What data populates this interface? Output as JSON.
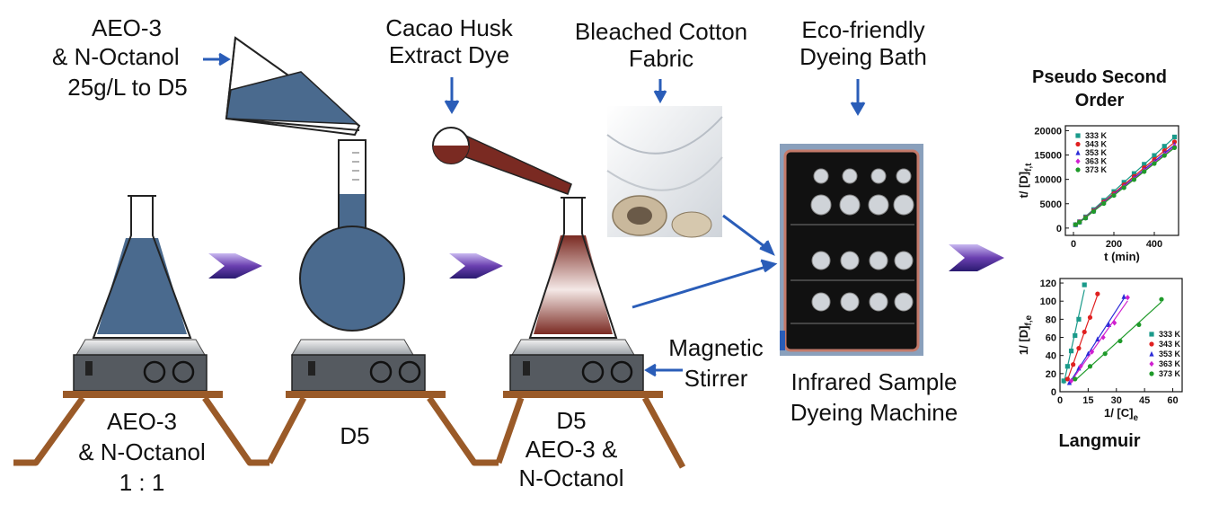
{
  "labels": {
    "step1_top_line1": "AEO-3",
    "step1_top_line2": "& N-Octanol",
    "step1_top_line3": "25g/L to D5",
    "dye_line1": "Cacao Husk",
    "dye_line2": "Extract Dye",
    "fabric_line1": "Bleached Cotton",
    "fabric_line2": "Fabric",
    "bath_line1": "Eco-friendly",
    "bath_line2": "Dyeing Bath",
    "flask1_line1": "AEO-3",
    "flask1_line2": "& N-Octanol",
    "flask1_line3": "1 : 1",
    "flask2": "D5",
    "flask3_line1": "D5",
    "flask3_line2": "AEO-3 &",
    "flask3_line3": "N-Octanol",
    "stirrer_line1": "Magnetic",
    "stirrer_line2": "Stirrer",
    "machine_line1": "Infrared Sample",
    "machine_line2": "Dyeing Machine"
  },
  "colors": {
    "liquid_blue": "#4a6a8e",
    "dye_brown": "#7a2a22",
    "arrow_blue": "#2a5db8",
    "chevron_purple": "#6a3fb0",
    "wood": "#9a5a28",
    "stirrer_gray": "#555a60"
  },
  "chart_data": [
    {
      "type": "scatter",
      "title": "Pseudo Second Order",
      "xlabel": "t (min)",
      "ylabel": "t/ [D]f,t",
      "xlim": [
        -40,
        520
      ],
      "ylim": [
        -1500,
        21000
      ],
      "xticks": [
        0,
        200,
        400
      ],
      "yticks": [
        0,
        5000,
        10000,
        15000,
        20000
      ],
      "legend": "top-left",
      "series": [
        {
          "name": "333 K",
          "color": "#1a9a8a",
          "marker": "square",
          "x": [
            10,
            30,
            60,
            100,
            150,
            200,
            250,
            300,
            350,
            400,
            450,
            500
          ],
          "y": [
            700,
            1300,
            2300,
            3800,
            5700,
            7500,
            9400,
            11200,
            13100,
            14900,
            16800,
            18700
          ]
        },
        {
          "name": "343 K",
          "color": "#e02020",
          "marker": "circle",
          "x": [
            10,
            30,
            60,
            100,
            150,
            200,
            250,
            300,
            350,
            400,
            450,
            500
          ],
          "y": [
            700,
            1300,
            2200,
            3600,
            5400,
            7100,
            8900,
            10600,
            12400,
            14100,
            15900,
            17700
          ]
        },
        {
          "name": "353 K",
          "color": "#2b2bd8",
          "marker": "triangle",
          "x": [
            10,
            30,
            60,
            100,
            150,
            200,
            250,
            300,
            350,
            400,
            450,
            500
          ],
          "y": [
            700,
            1250,
            2150,
            3500,
            5250,
            6900,
            8600,
            10300,
            12000,
            13700,
            15400,
            17100
          ]
        },
        {
          "name": "363 K",
          "color": "#d020d0",
          "marker": "diamond",
          "x": [
            10,
            30,
            60,
            100,
            150,
            200,
            250,
            300,
            350,
            400,
            450,
            500
          ],
          "y": [
            700,
            1250,
            2100,
            3450,
            5150,
            6800,
            8450,
            10100,
            11800,
            13450,
            15100,
            16800
          ]
        },
        {
          "name": "373 K",
          "color": "#1f9a2a",
          "marker": "circle",
          "x": [
            10,
            30,
            60,
            100,
            150,
            200,
            250,
            300,
            350,
            400,
            450,
            500
          ],
          "y": [
            700,
            1200,
            2050,
            3400,
            5050,
            6700,
            8300,
            9950,
            11600,
            13250,
            14900,
            16500
          ]
        }
      ]
    },
    {
      "type": "scatter",
      "title": "Langmuir",
      "xlabel": "1/ [C]e",
      "ylabel": "1/ [D]f,e",
      "xlim": [
        0,
        65
      ],
      "ylim": [
        0,
        125
      ],
      "xticks": [
        0,
        15,
        30,
        45,
        60
      ],
      "yticks": [
        0,
        20,
        40,
        60,
        80,
        100,
        120
      ],
      "legend": "bottom-right",
      "series": [
        {
          "name": "333 K",
          "color": "#1a9a8a",
          "marker": "square",
          "x": [
            2,
            4,
            6,
            8,
            10,
            13
          ],
          "y": [
            12,
            28,
            45,
            62,
            80,
            118
          ]
        },
        {
          "name": "343 K",
          "color": "#e02020",
          "marker": "circle",
          "x": [
            4,
            7,
            10,
            13,
            16,
            20
          ],
          "y": [
            14,
            30,
            48,
            66,
            82,
            108
          ]
        },
        {
          "name": "353 K",
          "color": "#2b2bd8",
          "marker": "triangle",
          "x": [
            5,
            10,
            15,
            20,
            26,
            34
          ],
          "y": [
            10,
            26,
            42,
            58,
            74,
            105
          ]
        },
        {
          "name": "363 K",
          "color": "#d020d0",
          "marker": "diamond",
          "x": [
            6,
            11,
            17,
            23,
            29,
            36
          ],
          "y": [
            12,
            28,
            44,
            60,
            76,
            104
          ]
        },
        {
          "name": "373 K",
          "color": "#1f9a2a",
          "marker": "circle",
          "x": [
            8,
            16,
            24,
            32,
            42,
            54
          ],
          "y": [
            14,
            28,
            42,
            56,
            74,
            102
          ]
        }
      ]
    }
  ]
}
